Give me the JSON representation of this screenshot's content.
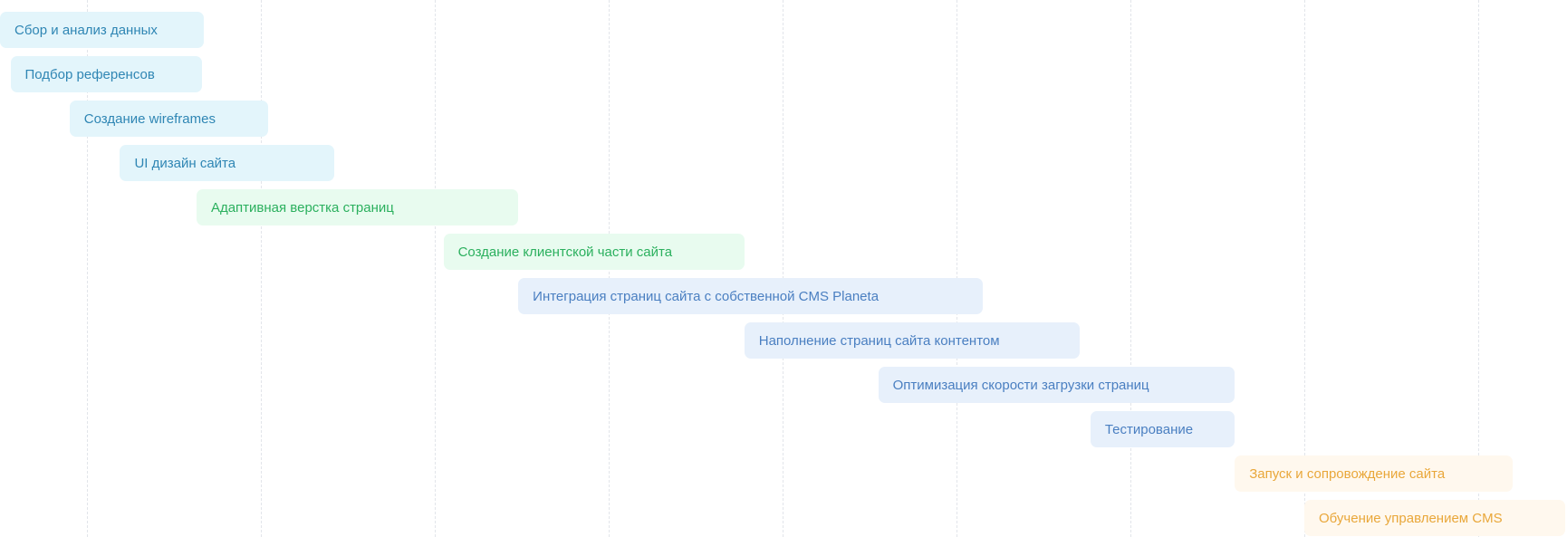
{
  "chart_data": {
    "type": "gantt",
    "colors": {
      "research_design": {
        "fill": "#e3f5fb",
        "text": "#2f86b4"
      },
      "frontend": {
        "fill": "#e8fbef",
        "text": "#2bb05e"
      },
      "backend_qa": {
        "fill": "#e7f0fb",
        "text": "#4a7fc1"
      },
      "launch": {
        "fill": "#fff8ee",
        "text": "#e9a73a"
      },
      "grid": "#e2e5ea"
    },
    "period_count": 9,
    "tasks": [
      {
        "label": "Сбор и анализ данных",
        "start": -0.5,
        "end": 0.67,
        "group": "research_design"
      },
      {
        "label": "Подбор референсов",
        "start": -0.44,
        "end": 0.66,
        "group": "research_design"
      },
      {
        "label": "Создание  wireframes",
        "start": -0.1,
        "end": 1.04,
        "group": "research_design"
      },
      {
        "label": "UI дизайн сайта",
        "start": 0.19,
        "end": 1.42,
        "group": "research_design"
      },
      {
        "label": "Адаптивная верстка страниц",
        "start": 0.63,
        "end": 2.48,
        "group": "frontend"
      },
      {
        "label": "Создание клиентской части сайта",
        "start": 2.05,
        "end": 3.78,
        "group": "frontend"
      },
      {
        "label": "Интеграция страниц сайта с собственной CMS Planeta",
        "start": 2.48,
        "end": 5.15,
        "group": "backend_qa"
      },
      {
        "label": "Наполнение страниц сайта контентом",
        "start": 3.78,
        "end": 5.71,
        "group": "backend_qa"
      },
      {
        "label": "Оптимизация скорости загрузки страниц",
        "start": 4.55,
        "end": 6.6,
        "group": "backend_qa"
      },
      {
        "label": "Тестирование",
        "start": 5.77,
        "end": 6.6,
        "group": "backend_qa"
      },
      {
        "label": "Запуск и сопровождение сайта",
        "start": 6.6,
        "end": 8.2,
        "group": "launch"
      },
      {
        "label": "Обучение управлением  CMS",
        "start": 7.0,
        "end": 8.5,
        "group": "launch"
      }
    ]
  }
}
